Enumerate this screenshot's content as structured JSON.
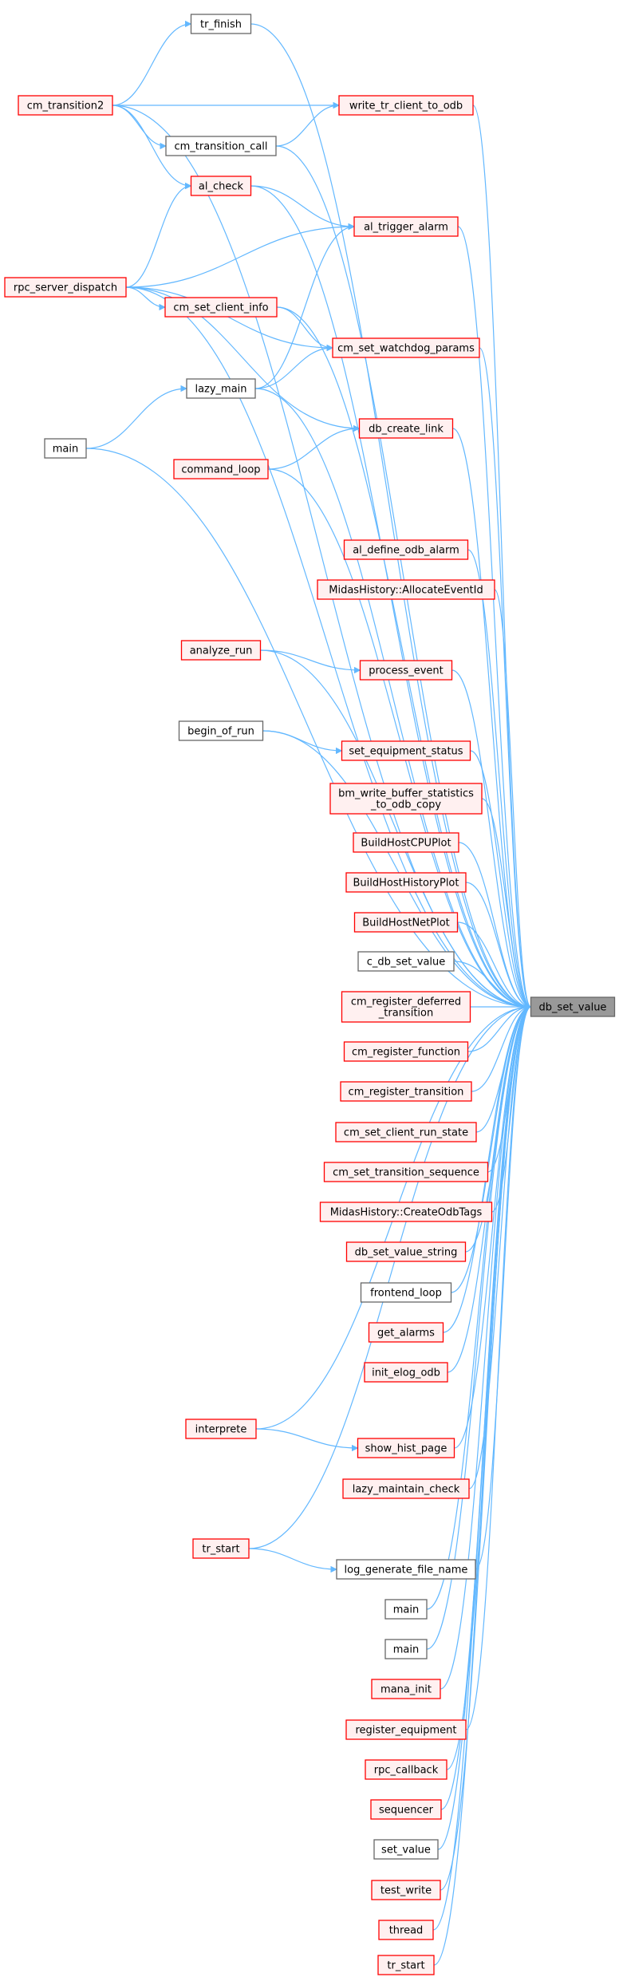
{
  "colors": {
    "edge": "#63b8ff",
    "arrowhead": "#63b8ff",
    "focus_fill": "#999999",
    "focus_border": "#666666",
    "linked_border": "#ff0000",
    "linked_fill": "#fff0f0",
    "plain_border": "#666666",
    "plain_fill": "#ffffff"
  },
  "diagram": {
    "type": "caller-graph",
    "focus": "db_set_value",
    "nodes": [
      {
        "id": "db_set_value",
        "lines": [
          "db_set_value"
        ],
        "style": "focus"
      },
      {
        "id": "tr_finish",
        "lines": [
          "tr_finish"
        ],
        "style": "plain"
      },
      {
        "id": "cm_transition2",
        "lines": [
          "cm_transition2"
        ],
        "style": "linked"
      },
      {
        "id": "write_tr_client_to_odb",
        "lines": [
          "write_tr_client_to_odb"
        ],
        "style": "linked"
      },
      {
        "id": "cm_transition_call",
        "lines": [
          "cm_transition_call"
        ],
        "style": "plain"
      },
      {
        "id": "al_check",
        "lines": [
          "al_check"
        ],
        "style": "linked"
      },
      {
        "id": "al_trigger_alarm",
        "lines": [
          "al_trigger_alarm"
        ],
        "style": "linked"
      },
      {
        "id": "rpc_server_dispatch",
        "lines": [
          "rpc_server_dispatch"
        ],
        "style": "linked"
      },
      {
        "id": "cm_set_client_info",
        "lines": [
          "cm_set_client_info"
        ],
        "style": "linked"
      },
      {
        "id": "cm_set_watchdog_params",
        "lines": [
          "cm_set_watchdog_params"
        ],
        "style": "linked"
      },
      {
        "id": "lazy_main",
        "lines": [
          "lazy_main"
        ],
        "style": "plain"
      },
      {
        "id": "main_1",
        "lines": [
          "main"
        ],
        "style": "plain"
      },
      {
        "id": "db_create_link",
        "lines": [
          "db_create_link"
        ],
        "style": "linked"
      },
      {
        "id": "command_loop",
        "lines": [
          "command_loop"
        ],
        "style": "linked"
      },
      {
        "id": "al_define_odb_alarm",
        "lines": [
          "al_define_odb_alarm"
        ],
        "style": "linked"
      },
      {
        "id": "allocate_event_id",
        "lines": [
          "MidasHistory::AllocateEventId"
        ],
        "style": "linked"
      },
      {
        "id": "analyze_run",
        "lines": [
          "analyze_run"
        ],
        "style": "linked"
      },
      {
        "id": "process_event",
        "lines": [
          "process_event"
        ],
        "style": "linked"
      },
      {
        "id": "begin_of_run",
        "lines": [
          "begin_of_run"
        ],
        "style": "plain"
      },
      {
        "id": "set_equipment_status",
        "lines": [
          "set_equipment_status"
        ],
        "style": "linked"
      },
      {
        "id": "bm_write_buffer",
        "lines": [
          "bm_write_buffer_statistics",
          "_to_odb_copy"
        ],
        "style": "linked"
      },
      {
        "id": "build_host_cpu",
        "lines": [
          "BuildHostCPUPlot"
        ],
        "style": "linked"
      },
      {
        "id": "build_host_history",
        "lines": [
          "BuildHostHistoryPlot"
        ],
        "style": "linked"
      },
      {
        "id": "build_host_net",
        "lines": [
          "BuildHostNetPlot"
        ],
        "style": "linked"
      },
      {
        "id": "c_db_set_value",
        "lines": [
          "c_db_set_value"
        ],
        "style": "plain"
      },
      {
        "id": "cm_register_deferred",
        "lines": [
          "cm_register_deferred",
          "_transition"
        ],
        "style": "linked"
      },
      {
        "id": "cm_register_function",
        "lines": [
          "cm_register_function"
        ],
        "style": "linked"
      },
      {
        "id": "cm_register_transition",
        "lines": [
          "cm_register_transition"
        ],
        "style": "linked"
      },
      {
        "id": "cm_set_client_run_state",
        "lines": [
          "cm_set_client_run_state"
        ],
        "style": "linked"
      },
      {
        "id": "cm_set_transition_sequence",
        "lines": [
          "cm_set_transition_sequence"
        ],
        "style": "linked"
      },
      {
        "id": "create_odb_tags",
        "lines": [
          "MidasHistory::CreateOdbTags"
        ],
        "style": "linked"
      },
      {
        "id": "db_set_value_string",
        "lines": [
          "db_set_value_string"
        ],
        "style": "linked"
      },
      {
        "id": "frontend_loop",
        "lines": [
          "frontend_loop"
        ],
        "style": "plain"
      },
      {
        "id": "get_alarms",
        "lines": [
          "get_alarms"
        ],
        "style": "linked"
      },
      {
        "id": "init_elog_odb",
        "lines": [
          "init_elog_odb"
        ],
        "style": "linked"
      },
      {
        "id": "interprete",
        "lines": [
          "interprete"
        ],
        "style": "linked"
      },
      {
        "id": "show_hist_page",
        "lines": [
          "show_hist_page"
        ],
        "style": "linked"
      },
      {
        "id": "lazy_maintain_check",
        "lines": [
          "lazy_maintain_check"
        ],
        "style": "linked"
      },
      {
        "id": "tr_start_1",
        "lines": [
          "tr_start"
        ],
        "style": "linked"
      },
      {
        "id": "log_generate_file_name",
        "lines": [
          "log_generate_file_name"
        ],
        "style": "plain"
      },
      {
        "id": "main_2",
        "lines": [
          "main"
        ],
        "style": "plain"
      },
      {
        "id": "main_3",
        "lines": [
          "main"
        ],
        "style": "plain"
      },
      {
        "id": "mana_init",
        "lines": [
          "mana_init"
        ],
        "style": "linked"
      },
      {
        "id": "register_equipment",
        "lines": [
          "register_equipment"
        ],
        "style": "linked"
      },
      {
        "id": "rpc_callback",
        "lines": [
          "rpc_callback"
        ],
        "style": "linked"
      },
      {
        "id": "sequencer",
        "lines": [
          "sequencer"
        ],
        "style": "linked"
      },
      {
        "id": "set_value",
        "lines": [
          "set_value"
        ],
        "style": "plain"
      },
      {
        "id": "test_write",
        "lines": [
          "test_write"
        ],
        "style": "linked"
      },
      {
        "id": "thread",
        "lines": [
          "thread"
        ],
        "style": "linked"
      },
      {
        "id": "tr_start_2",
        "lines": [
          "tr_start"
        ],
        "style": "linked"
      }
    ],
    "edges": [
      [
        "tr_finish",
        "db_set_value"
      ],
      [
        "cm_transition2",
        "tr_finish"
      ],
      [
        "cm_transition2",
        "write_tr_client_to_odb"
      ],
      [
        "cm_transition2",
        "cm_transition_call"
      ],
      [
        "cm_transition2",
        "al_check"
      ],
      [
        "cm_transition2",
        "db_set_value"
      ],
      [
        "write_tr_client_to_odb",
        "db_set_value"
      ],
      [
        "cm_transition_call",
        "write_tr_client_to_odb"
      ],
      [
        "cm_transition_call",
        "db_set_value"
      ],
      [
        "al_check",
        "al_trigger_alarm"
      ],
      [
        "al_check",
        "db_set_value"
      ],
      [
        "al_trigger_alarm",
        "db_set_value"
      ],
      [
        "rpc_server_dispatch",
        "al_check"
      ],
      [
        "rpc_server_dispatch",
        "al_trigger_alarm"
      ],
      [
        "rpc_server_dispatch",
        "cm_set_client_info"
      ],
      [
        "rpc_server_dispatch",
        "cm_set_watchdog_params"
      ],
      [
        "rpc_server_dispatch",
        "db_create_link"
      ],
      [
        "rpc_server_dispatch",
        "db_set_value"
      ],
      [
        "cm_set_client_info",
        "cm_set_watchdog_params"
      ],
      [
        "cm_set_client_info",
        "db_set_value"
      ],
      [
        "cm_set_watchdog_params",
        "db_set_value"
      ],
      [
        "lazy_main",
        "al_trigger_alarm"
      ],
      [
        "lazy_main",
        "cm_set_watchdog_params"
      ],
      [
        "lazy_main",
        "db_set_value"
      ],
      [
        "main_1",
        "lazy_main"
      ],
      [
        "main_1",
        "db_set_value"
      ],
      [
        "db_create_link",
        "db_set_value"
      ],
      [
        "command_loop",
        "db_create_link"
      ],
      [
        "command_loop",
        "db_set_value"
      ],
      [
        "al_define_odb_alarm",
        "db_set_value"
      ],
      [
        "allocate_event_id",
        "db_set_value"
      ],
      [
        "analyze_run",
        "process_event"
      ],
      [
        "analyze_run",
        "db_set_value"
      ],
      [
        "process_event",
        "db_set_value"
      ],
      [
        "begin_of_run",
        "set_equipment_status"
      ],
      [
        "begin_of_run",
        "db_set_value"
      ],
      [
        "set_equipment_status",
        "db_set_value"
      ],
      [
        "bm_write_buffer",
        "db_set_value"
      ],
      [
        "build_host_cpu",
        "db_set_value"
      ],
      [
        "build_host_history",
        "db_set_value"
      ],
      [
        "build_host_net",
        "db_set_value"
      ],
      [
        "c_db_set_value",
        "db_set_value"
      ],
      [
        "cm_register_deferred",
        "db_set_value"
      ],
      [
        "cm_register_function",
        "db_set_value"
      ],
      [
        "cm_register_transition",
        "db_set_value"
      ],
      [
        "cm_set_client_run_state",
        "db_set_value"
      ],
      [
        "cm_set_transition_sequence",
        "db_set_value"
      ],
      [
        "create_odb_tags",
        "db_set_value"
      ],
      [
        "db_set_value_string",
        "db_set_value"
      ],
      [
        "frontend_loop",
        "db_set_value"
      ],
      [
        "get_alarms",
        "db_set_value"
      ],
      [
        "init_elog_odb",
        "db_set_value"
      ],
      [
        "interprete",
        "show_hist_page"
      ],
      [
        "interprete",
        "db_set_value"
      ],
      [
        "show_hist_page",
        "db_set_value"
      ],
      [
        "lazy_maintain_check",
        "db_set_value"
      ],
      [
        "tr_start_1",
        "log_generate_file_name"
      ],
      [
        "tr_start_1",
        "db_set_value"
      ],
      [
        "log_generate_file_name",
        "db_set_value"
      ],
      [
        "main_2",
        "db_set_value"
      ],
      [
        "main_3",
        "db_set_value"
      ],
      [
        "mana_init",
        "db_set_value"
      ],
      [
        "register_equipment",
        "db_set_value"
      ],
      [
        "rpc_callback",
        "db_set_value"
      ],
      [
        "sequencer",
        "db_set_value"
      ],
      [
        "set_value",
        "db_set_value"
      ],
      [
        "test_write",
        "db_set_value"
      ],
      [
        "thread",
        "db_set_value"
      ],
      [
        "tr_start_2",
        "db_set_value"
      ]
    ]
  }
}
